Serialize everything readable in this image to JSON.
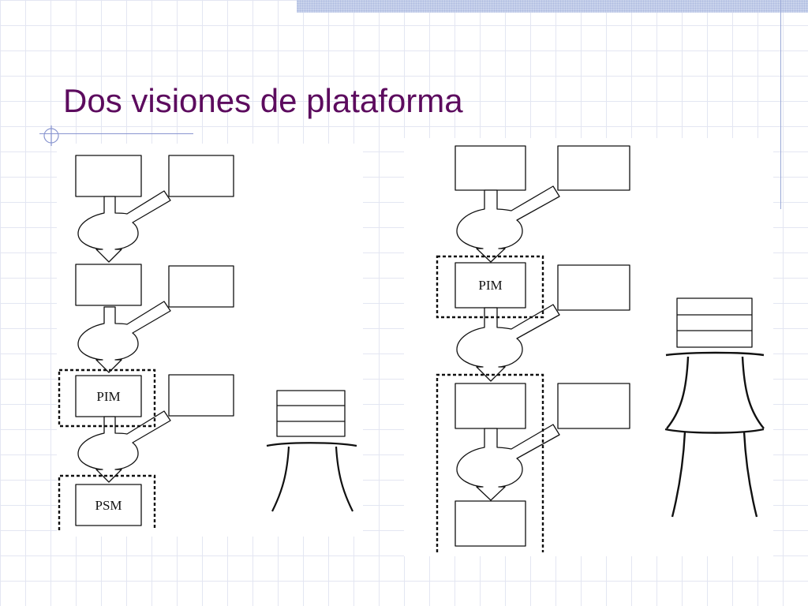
{
  "slide": {
    "title": "Dos visiones de plataforma"
  },
  "left_diagram": {
    "pim_label": "PIM",
    "psm_label": "PSM"
  },
  "right_diagram": {
    "pim_label": "PIM"
  },
  "colors": {
    "title": "#5c0b5e",
    "grid": "#e3e6f2",
    "accent_band": "#c9d3ec",
    "ink": "#111111"
  }
}
